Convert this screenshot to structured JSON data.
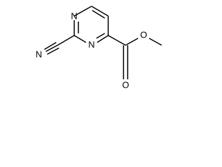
{
  "molecule": {
    "atoms": {
      "ring_n1": "N",
      "ring_n3": "N",
      "nitrile_n": "N",
      "carbonyl_o": "O",
      "ester_o": "O"
    }
  }
}
